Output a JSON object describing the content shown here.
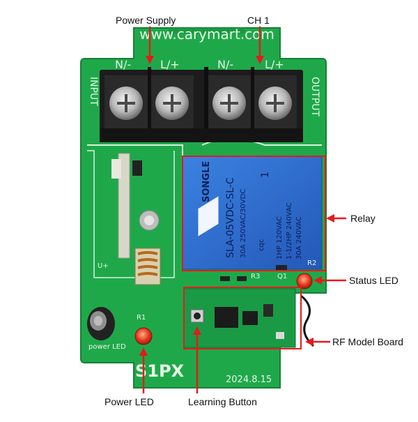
{
  "callouts": {
    "power_supply": "Power Supply",
    "ch1": "CH 1",
    "relay": "Relay",
    "status_led": "Status LED",
    "rf_model_board": "RF Model Board",
    "power_led": "Power LED",
    "learning_button": "Learning Button"
  },
  "board": {
    "url": "www.carymart.com",
    "terminal_left_n": "N/-",
    "terminal_left_l": "L/+",
    "terminal_right_n": "N/-",
    "terminal_right_l": "L/+",
    "input_label": "INPUT",
    "output_label": "OUTPUT",
    "model": "S1PX",
    "date": "2024.8.15",
    "power_led_silk": "power LED",
    "r3_label": "R3",
    "q1_label": "Q1",
    "r2_label": "R2",
    "r1_label": "R1",
    "u_label": "U+"
  },
  "relay": {
    "brand": "SONGLE",
    "model": "SLA-05VDC-SL-C",
    "rating_1": "30A 250VAC/30VDC",
    "rating_2": "1HP 120VAC",
    "rating_3": "1-1/2HP 240VAC",
    "rating_4": "30A 240VAC",
    "cqc": "cqc",
    "number": "1"
  },
  "colors": {
    "pcb": "#1fa84a",
    "pcb_dark": "#168a3a",
    "relay": "#2d6fd0",
    "arrow": "#e41b1b",
    "terminal": "#1c1c1c"
  }
}
